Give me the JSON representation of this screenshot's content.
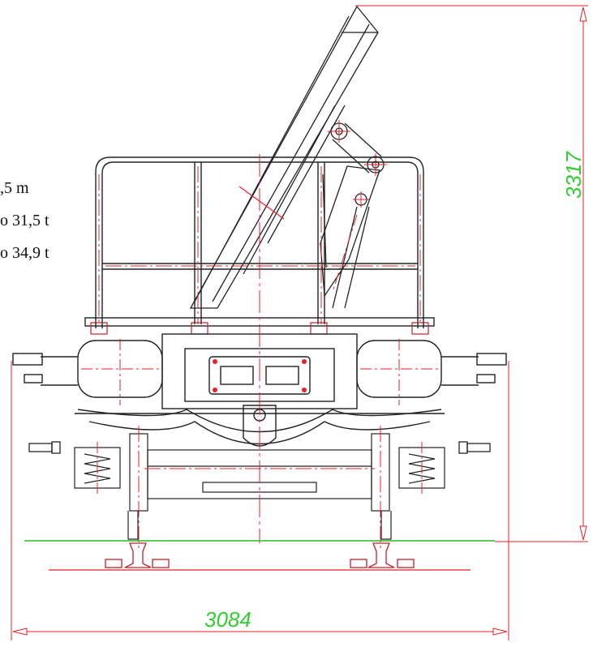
{
  "notes": {
    "line1": ",5 m",
    "line2": "o 31,5 t",
    "line3": "o 34,9 t"
  },
  "dimensions": {
    "height": "3317",
    "width": "3084"
  },
  "colors": {
    "outline": "#222222",
    "centerline": "#e8202a",
    "dimension_line": "#e8202a",
    "dimension_text": "#33cc33",
    "rail_level": "#22bb22"
  }
}
